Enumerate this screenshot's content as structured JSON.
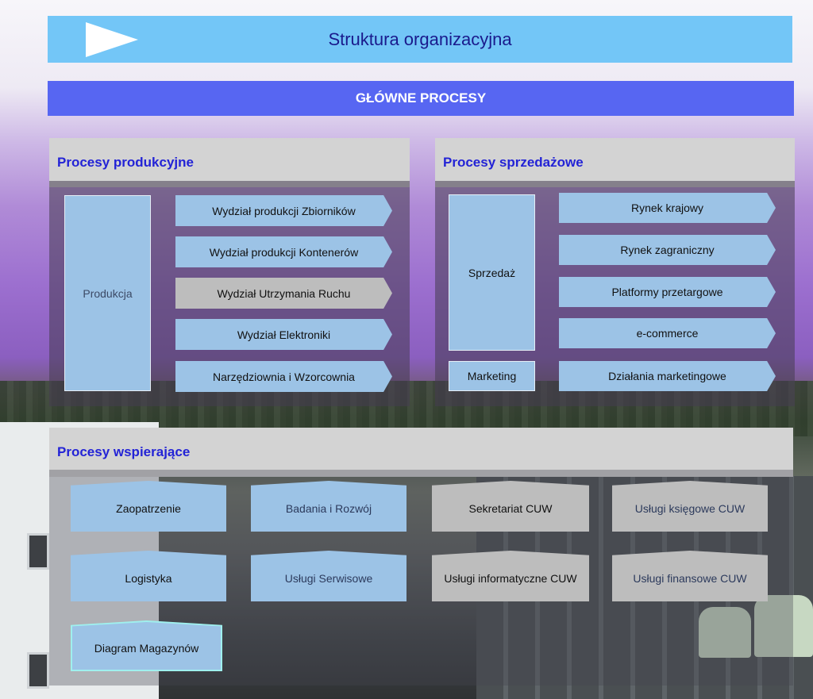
{
  "header": {
    "title": "Struktura organizacyjna"
  },
  "main_processes": {
    "label": "GŁÓWNE PROCESY"
  },
  "production": {
    "title": "Procesy produkcyjne",
    "root": "Produkcja",
    "items": [
      "Wydział produkcji Zbiorników",
      "Wydział produkcji Kontenerów",
      "Wydział Utrzymania Ruchu",
      "Wydział Elektroniki",
      "Narzędziownia i Wzorcownia"
    ]
  },
  "sales": {
    "title": "Procesy sprzedażowe",
    "root_sales": "Sprzedaż",
    "root_marketing": "Marketing",
    "items": [
      "Rynek krajowy",
      "Rynek zagraniczny",
      "Platformy przetargowe",
      "e-commerce",
      "Działania marketingowe"
    ]
  },
  "support": {
    "title": "Procesy wspierające",
    "items": [
      "Zaopatrzenie",
      "Badania i Rozwój",
      "Sekretariat CUW",
      "Usługi księgowe CUW",
      "Logistyka",
      "Usługi Serwisowe",
      "Usługi informatyczne CUW",
      "Usługi finansowe CUW",
      "Diagram Magazynów"
    ]
  },
  "colors": {
    "banner": "#73c6f7",
    "main_bar": "#5766f2",
    "box_blue": "#9cc3e6",
    "box_grey": "#bdbdbd",
    "heading_text": "#2323d6"
  }
}
